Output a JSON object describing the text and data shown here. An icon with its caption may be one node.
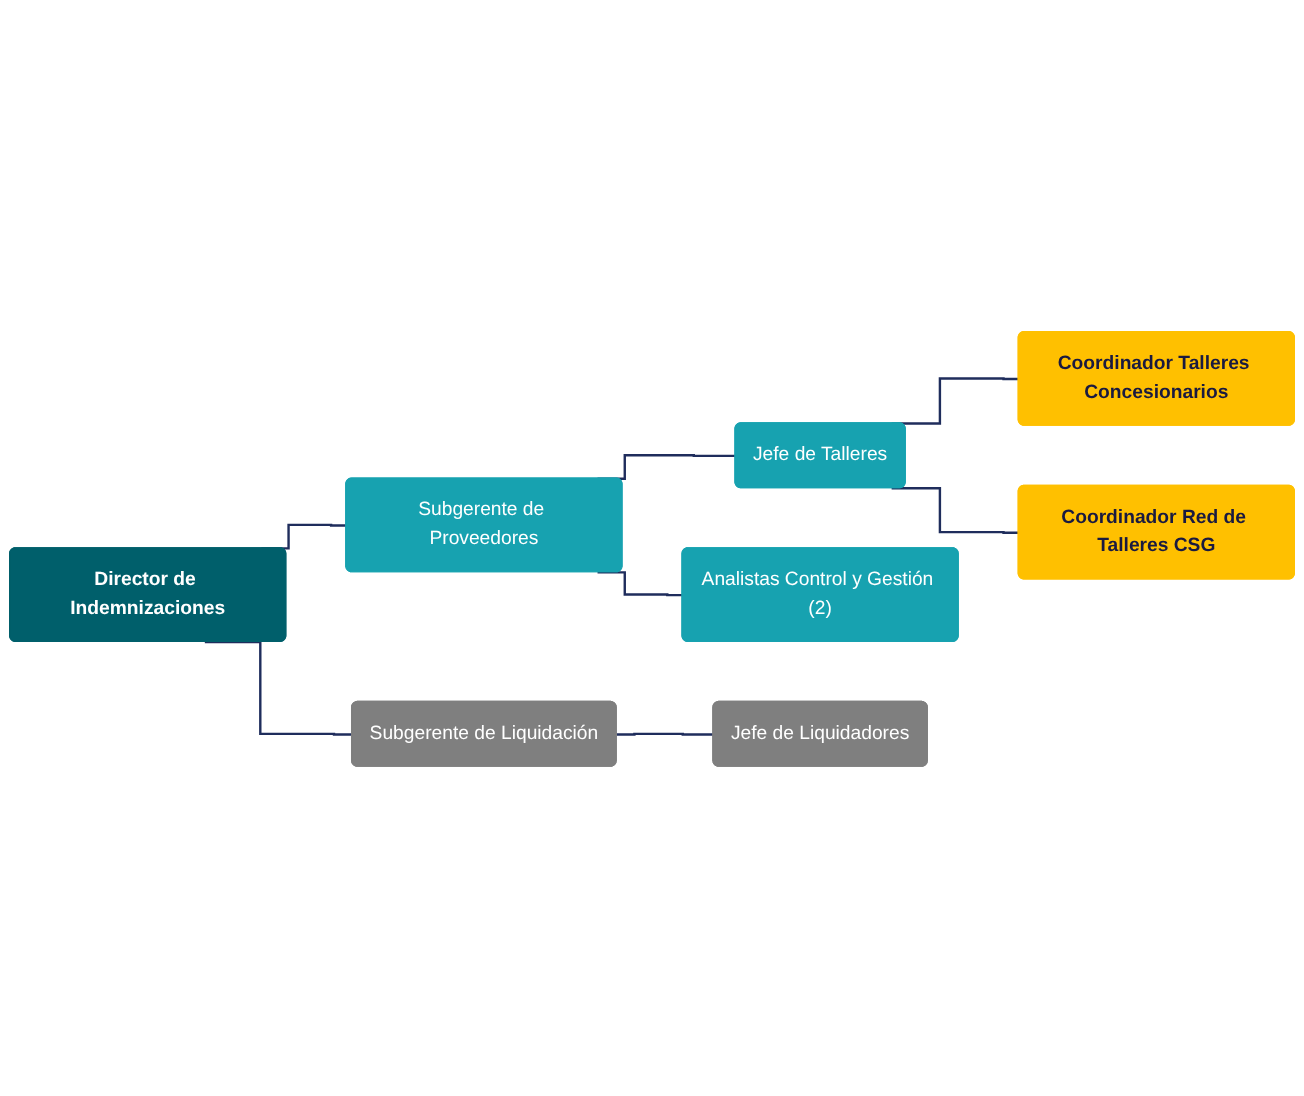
{
  "diagram": {
    "nodes": [
      {
        "text": [
          "Director de Indemnizaciones"
        ]
      },
      {
        "text": [
          "Subgerente de Proveedores"
        ]
      },
      {
        "text": [
          "Jefe de Talleres"
        ]
      },
      {
        "text": [
          "Coordinador Talleres Concesionarios"
        ]
      },
      {
        "text": [
          "Coordinador Red de Talleres CSG"
        ]
      },
      {
        "text": [
          "Analistas Control y Gestión (2)"
        ]
      },
      {
        "text": [
          "Subgerente de Liquidación"
        ]
      },
      {
        "text": [
          "Jefe de Liquidadores"
        ]
      }
    ],
    "edges": [
      {
        "from": 0,
        "to": 1,
        "arrow": "none"
      },
      {
        "from": 0,
        "to": 6,
        "arrow": "none"
      },
      {
        "from": 1,
        "to": 2,
        "arrow": "none"
      },
      {
        "from": 1,
        "to": 5,
        "arrow": "none"
      },
      {
        "from": 2,
        "to": 3,
        "arrow": "none"
      },
      {
        "from": 2,
        "to": 4,
        "arrow": "none"
      },
      {
        "from": 6,
        "to": 7,
        "arrow": "none"
      }
    ]
  }
}
